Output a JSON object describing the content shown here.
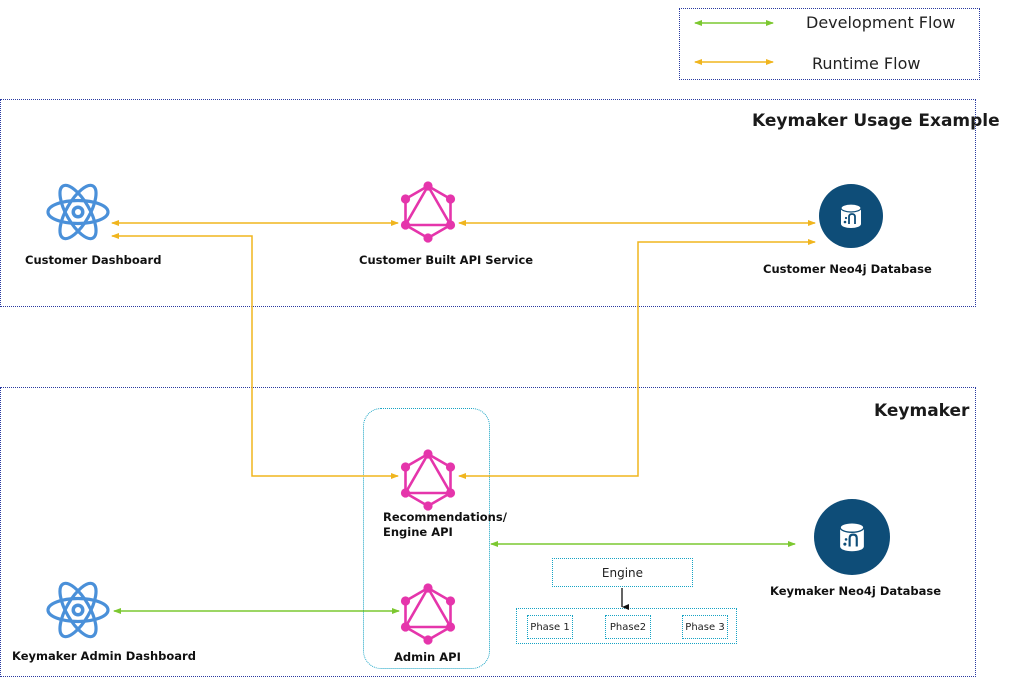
{
  "legend": {
    "development_label": "Development Flow",
    "runtime_label": "Runtime Flow"
  },
  "colors": {
    "development_flow": "#7cc830",
    "runtime_flow": "#f0b51e",
    "graphql": "#e535ab",
    "react": "#4a90d9",
    "neo4j": "#0e4d78",
    "frame_border": "#2a3aa0",
    "engine_border": "#16a3c4"
  },
  "usage_example": {
    "title": "Keymaker Usage Example",
    "customer_dashboard": {
      "label": "Customer Dashboard",
      "icon": "react-icon"
    },
    "customer_api": {
      "label": "Customer Built API Service",
      "icon": "graphql-icon"
    },
    "customer_db": {
      "label": "Customer Neo4j Database",
      "icon": "neo4j-database-icon"
    }
  },
  "keymaker": {
    "title": "Keymaker",
    "engine_api": {
      "label_line1": "Recommendations/",
      "label_line2": "Engine API",
      "icon": "graphql-icon"
    },
    "admin_api": {
      "label": "Admin API",
      "icon": "graphql-icon"
    },
    "admin_dashboard": {
      "label": "Keymaker Admin Dashboard",
      "icon": "react-icon"
    },
    "keymaker_db": {
      "label": "Keymaker Neo4j Database",
      "icon": "neo4j-database-icon"
    },
    "engine": {
      "label": "Engine",
      "phases": [
        "Phase 1",
        "Phase2",
        "Phase 3"
      ]
    }
  }
}
